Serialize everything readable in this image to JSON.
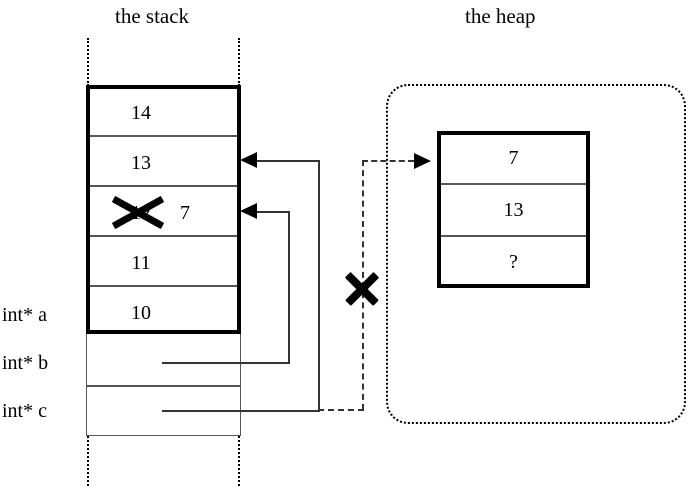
{
  "titles": {
    "stack": "the stack",
    "heap": "the heap"
  },
  "stack": {
    "cells": [
      {
        "value": "14",
        "struck": false,
        "new_value": ""
      },
      {
        "value": "13",
        "struck": false,
        "new_value": ""
      },
      {
        "value": "12",
        "struck": true,
        "new_value": "7"
      },
      {
        "value": "11",
        "struck": false,
        "new_value": ""
      },
      {
        "value": "10",
        "struck": false,
        "new_value": ""
      }
    ],
    "pointers": [
      {
        "label": "int* a"
      },
      {
        "label": "int* b"
      },
      {
        "label": "int* c"
      }
    ]
  },
  "heap": {
    "cells": [
      {
        "value": "7"
      },
      {
        "value": "13"
      },
      {
        "value": "?"
      }
    ]
  },
  "annotations": {
    "strike_mark": "x-cross-mark",
    "invalid_pointer_mark": "x-cross-mark"
  },
  "colors": {
    "ink": "#000000",
    "rule": "#555555",
    "wire": "#333333",
    "background": "#ffffff"
  }
}
